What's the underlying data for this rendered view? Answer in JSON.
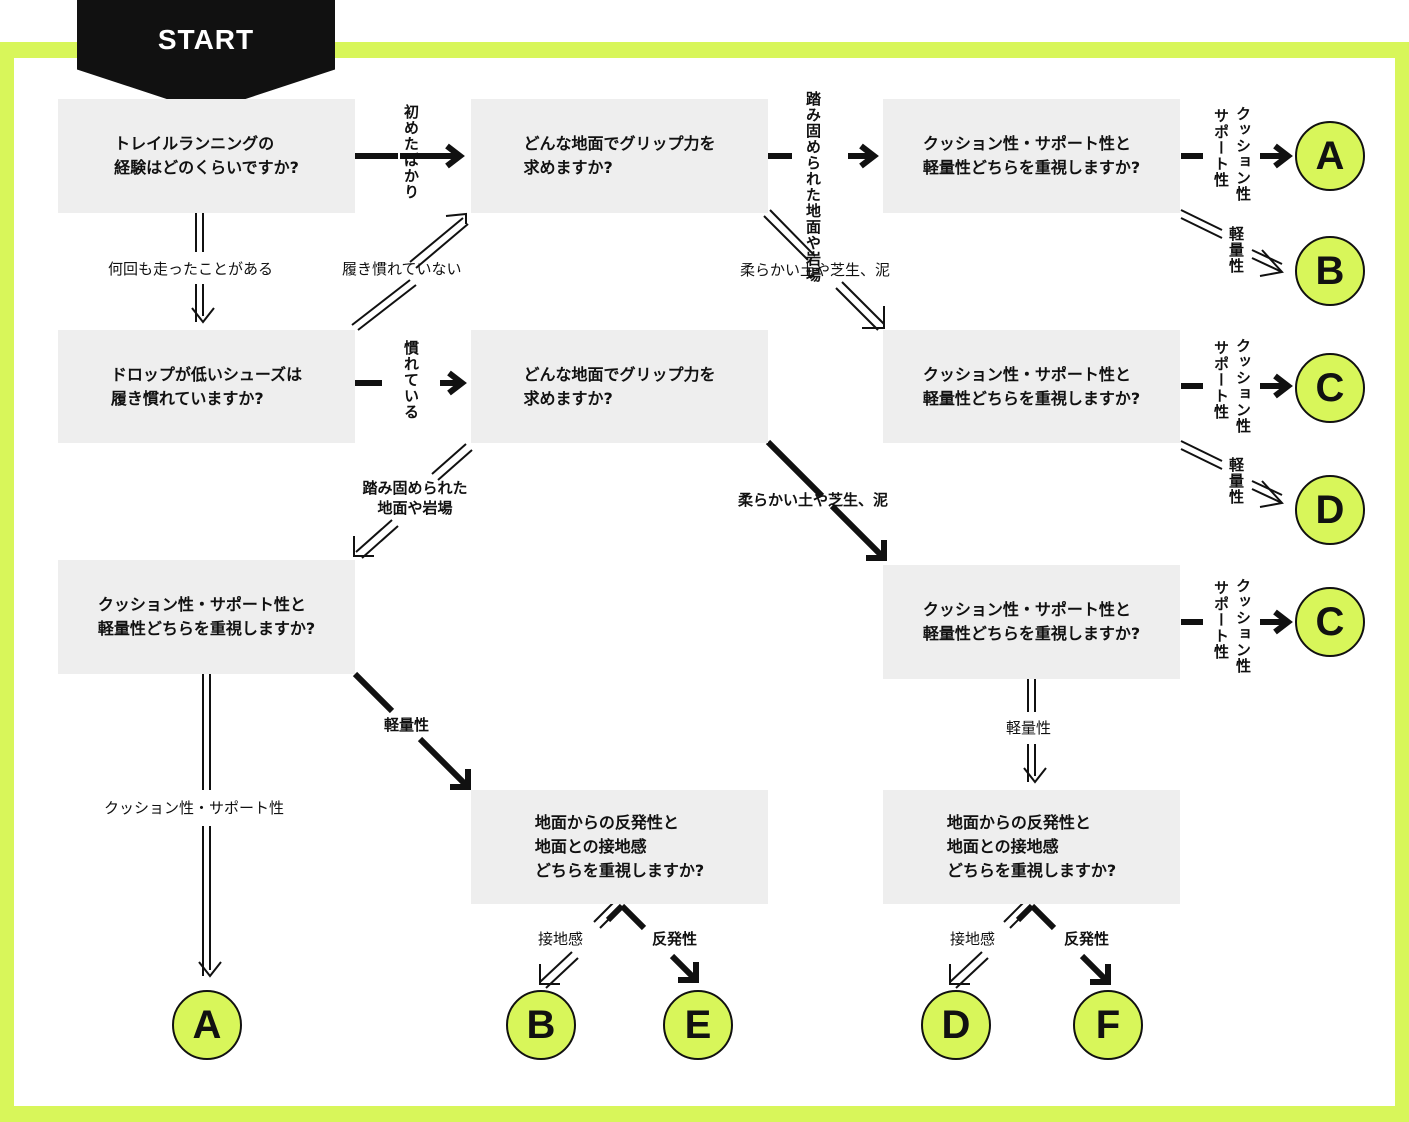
{
  "start": "START",
  "questions": {
    "q_experience": "トレイルランニングの\n経験はどのくらいですか?",
    "q_drop": "ドロップが低いシューズは\n履き慣れていますか?",
    "q_grip_1": "どんな地面でグリップ力を\n求めますか?",
    "q_grip_2": "どんな地面でグリップ力を\n求めますか?",
    "q_cushion_1": "クッション性・サポート性と\n軽量性どちらを重視しますか?",
    "q_cushion_2": "クッション性・サポート性と\n軽量性どちらを重視しますか?",
    "q_cushion_3": "クッション性・サポート性と\n軽量性どちらを重視しますか?",
    "q_cushion_4": "クッション性・サポート性と\n軽量性どちらを重視しますか?",
    "q_rebound_1": "地面からの反発性と\n地面との接地感\nどちらを重視しますか?",
    "q_rebound_2": "地面からの反発性と\n地面との接地感\nどちらを重視しますか?"
  },
  "labels": {
    "first_time": "初めたばかり",
    "many_times": "何回も走ったことがある",
    "not_used": "履き慣れていない",
    "used": "慣れている",
    "packed_1": "踏み固められた地面や岩場",
    "soft_1": "柔らかい土や芝生、泥",
    "packed_2": "踏み固められた\n地面や岩場",
    "soft_2": "柔らかい土や芝生、泥",
    "cushion_a": "クッション性",
    "support_a": "サポート性",
    "light_b": "軽量性",
    "cushion_c1": "クッション性",
    "support_c1": "サポート性",
    "light_d": "軽量性",
    "cushion_c2": "クッション性",
    "support_c2": "サポート性",
    "light_left": "軽量性",
    "cushion_support_left": "クッション性・サポート性",
    "light_right": "軽量性",
    "contact_1": "接地感",
    "rebound_1": "反発性",
    "contact_2": "接地感",
    "rebound_2": "反発性"
  },
  "results": {
    "r_a_top": "A",
    "r_b_top": "B",
    "r_c_mid": "C",
    "r_d_mid": "D",
    "r_c_low": "C",
    "r_a_bottom": "A",
    "r_b_bottom": "B",
    "r_e_bottom": "E",
    "r_d_bottom": "D",
    "r_f_bottom": "F"
  },
  "colors": {
    "accent": "#d8f65a",
    "banner": "#111111",
    "box": "#eeeeee",
    "line": "#111111"
  }
}
